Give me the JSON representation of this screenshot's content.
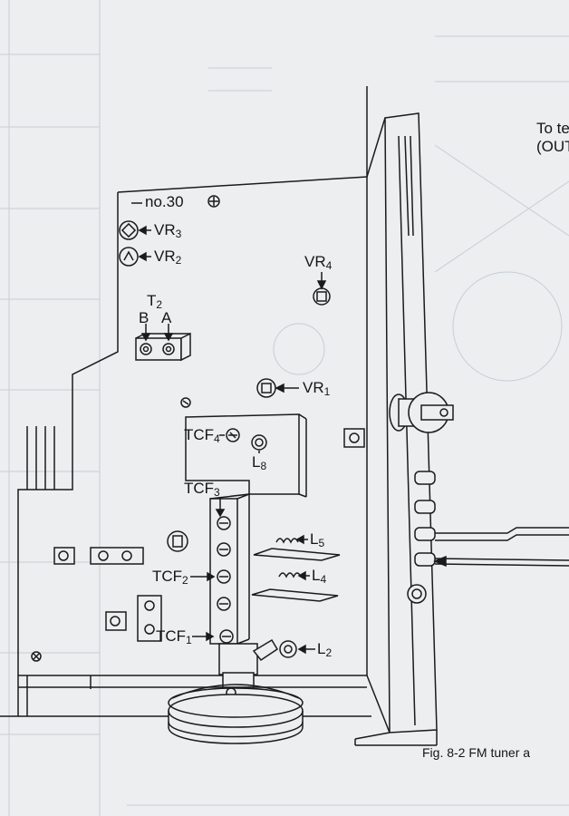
{
  "labels": {
    "no30": "no.30",
    "vr3_main": "VR",
    "vr3_sub": "3",
    "vr2_main": "VR",
    "vr2_sub": "2",
    "vr4_main": "VR",
    "vr4_sub": "4",
    "vr1_main": "VR",
    "vr1_sub": "1",
    "t2_main": "T",
    "t2_sub": "2",
    "b": "B",
    "a": "A",
    "tcf4_main": "TCF",
    "tcf4_sub": "4",
    "l8_main": "L",
    "l8_sub": "8",
    "tcf3_main": "TCF",
    "tcf3_sub": "3",
    "l5_main": "L",
    "l5_sub": "5",
    "tcf2_main": "TCF",
    "tcf2_sub": "2",
    "l4_main": "L",
    "l4_sub": "4",
    "tcf1_main": "TCF",
    "tcf1_sub": "1",
    "l2_main": "L",
    "l2_sub": "2",
    "to_line1": "To te",
    "to_line2": "(OUT",
    "caption": "Fig. 8-2  FM tuner a"
  },
  "colors": {
    "ink": "#1b1b1b",
    "paper": "#eceef0",
    "faint": "#c4ccd2"
  }
}
